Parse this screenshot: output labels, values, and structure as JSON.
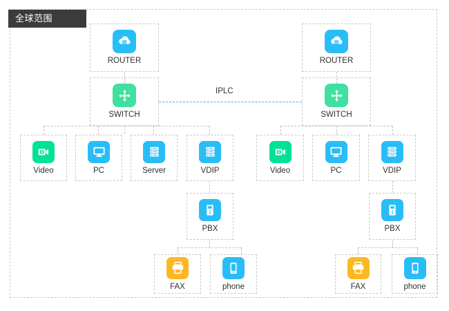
{
  "diagram": {
    "title": "全球范围",
    "link": {
      "label": "IPLC",
      "color": "#35aeef",
      "style": "dashed"
    },
    "colors": {
      "router": "#29bdf7",
      "switch": "#3fe0a0",
      "video": "#00e395",
      "pc": "#29bdf7",
      "server": "#29bdf7",
      "vdip": "#29bdf7",
      "pbx": "#29bdf7",
      "fax": "#fcb823",
      "phone": "#29bdf7",
      "box_border": "#c9c9c9",
      "connector": "#c4c4c4",
      "title_bg": "#3b3b3b",
      "title_fg": "#ffffff",
      "label_fg": "#2f2f2f",
      "canvas_bg": "#ffffff"
    },
    "left_site": {
      "router": {
        "label": "ROUTER",
        "icon": "router-cloud-icon"
      },
      "switch": {
        "label": "SWITCH",
        "icon": "switch-arrows-icon"
      },
      "devices": [
        {
          "label": "Video",
          "icon": "video-camera-icon"
        },
        {
          "label": "PC",
          "icon": "monitor-icon"
        },
        {
          "label": "Server",
          "icon": "server-rack-icon"
        },
        {
          "label": "VDIP",
          "icon": "server-rack-icon"
        }
      ],
      "pbx": {
        "label": "PBX",
        "icon": "pbx-cabinet-icon"
      },
      "endpoints": [
        {
          "label": "FAX",
          "icon": "printer-icon"
        },
        {
          "label": "phone",
          "icon": "mobile-phone-icon"
        }
      ]
    },
    "right_site": {
      "router": {
        "label": "ROUTER",
        "icon": "router-cloud-icon"
      },
      "switch": {
        "label": "SWITCH",
        "icon": "switch-arrows-icon"
      },
      "devices": [
        {
          "label": "Video",
          "icon": "video-camera-icon"
        },
        {
          "label": "PC",
          "icon": "monitor-icon"
        },
        {
          "label": "VDIP",
          "icon": "server-rack-icon"
        }
      ],
      "pbx": {
        "label": "PBX",
        "icon": "pbx-cabinet-icon"
      },
      "endpoints": [
        {
          "label": "FAX",
          "icon": "printer-icon"
        },
        {
          "label": "phone",
          "icon": "mobile-phone-icon"
        }
      ]
    }
  }
}
